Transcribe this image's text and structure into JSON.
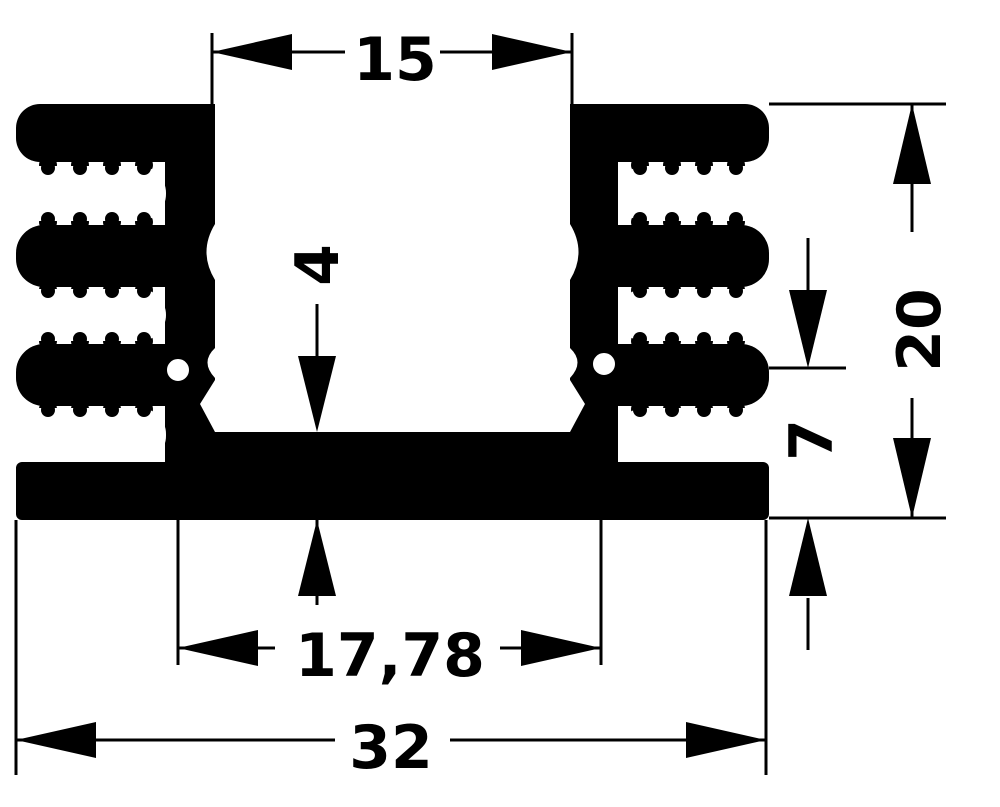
{
  "drawing": {
    "colors": {
      "ink": "#000000",
      "paper": "#ffffff"
    },
    "dimensions": {
      "top_opening": "15",
      "base_thickness": "4",
      "pin_spacing": "17,78",
      "overall_width": "32",
      "overall_height": "20",
      "clip_height": "7"
    }
  }
}
